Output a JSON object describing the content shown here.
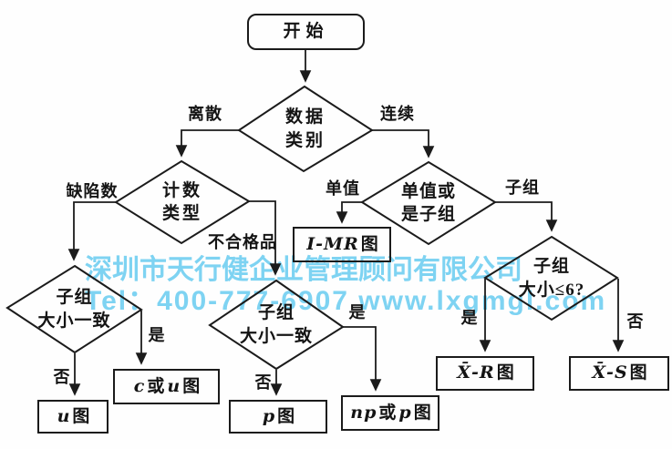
{
  "watermark": {
    "line1": "深圳市天行健企业管理顾问有限公司",
    "line2": "Tel：400-777-6907 www.lxgmgl.com",
    "color": "#7ed3f2"
  },
  "nodes": {
    "start": {
      "label": "开始"
    },
    "data_type": {
      "line1": "数据",
      "line2": "类别"
    },
    "count_type": {
      "line1": "计数",
      "line2": "类型"
    },
    "single_or_subgroup": {
      "line1": "单值或",
      "line2": "是子组"
    },
    "subgroup_size_le6": {
      "line1": "子组",
      "line2": "大小≤6?"
    },
    "subgroup_consistent_left": {
      "line1": "子组",
      "line2": "大小一致"
    },
    "subgroup_consistent_mid": {
      "line1": "子组",
      "line2": "大小一致"
    },
    "imr_chart": {
      "i1": "I-MR",
      "t1": "图"
    },
    "u_chart": {
      "i1": "u",
      "t1": "图"
    },
    "c_or_u_chart": {
      "i1": "c",
      "t1": "或",
      "i2": "u",
      "t2": "图"
    },
    "p_chart": {
      "i1": "p",
      "t1": "图"
    },
    "np_or_p_chart": {
      "i1": "np",
      "t1": "或",
      "i2": "p",
      "t2": "图"
    },
    "xbar_r_chart": {
      "i1": "X̄-R",
      "t1": "图"
    },
    "xbar_s_chart": {
      "i1": "X̄-S",
      "t1": "图"
    }
  },
  "edge_labels": {
    "discrete": "离散",
    "continuous": "连续",
    "defect_count": "缺陷数",
    "nonconforming": "不合格品",
    "single_value": "单值",
    "subgroup": "子组",
    "le6_yes": "是",
    "le6_no": "否",
    "left_no": "否",
    "left_yes": "是",
    "mid_no": "否",
    "mid_yes": "是"
  },
  "colors": {
    "line": "#1b1b1b",
    "text": "#141414",
    "background": "#ffffff",
    "watermark": "#7ed3f2"
  }
}
